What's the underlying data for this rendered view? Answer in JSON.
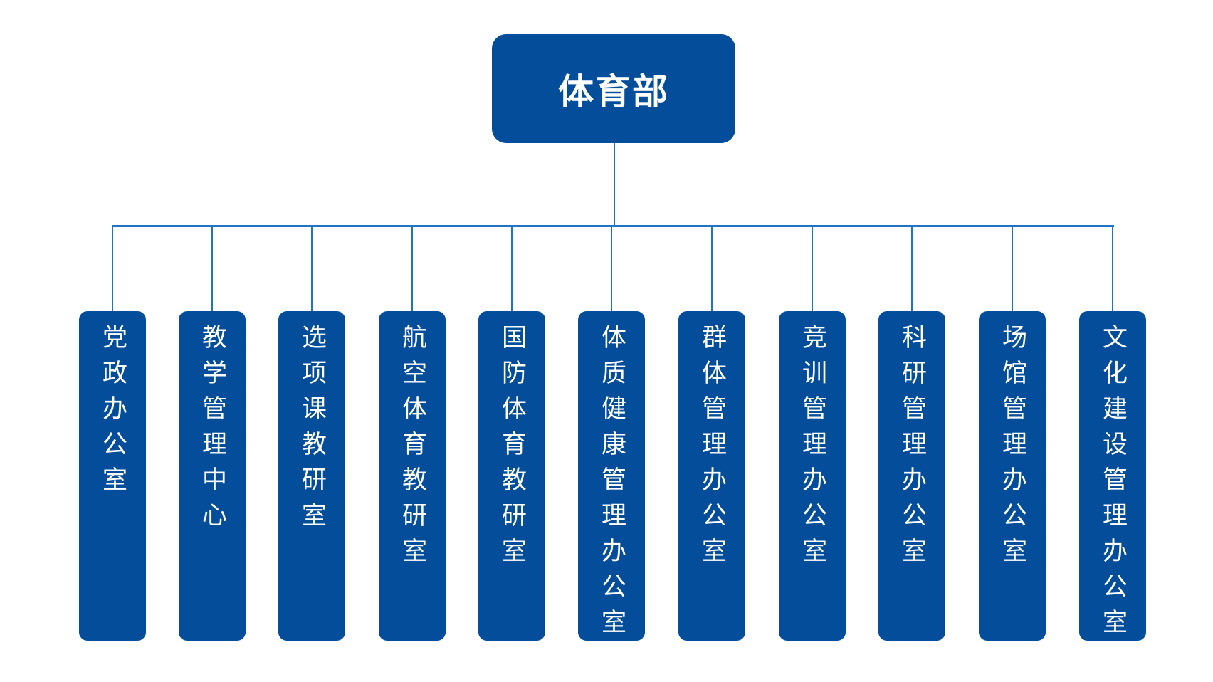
{
  "root": {
    "label": "体育部"
  },
  "children": [
    {
      "label": "党政办公室"
    },
    {
      "label": "教学管理中心"
    },
    {
      "label": "选项课教研室"
    },
    {
      "label": "航空体育教研室"
    },
    {
      "label": "国防体育教研室"
    },
    {
      "label": "体质健康管理办公室"
    },
    {
      "label": "群体管理办公室"
    },
    {
      "label": "竞训管理办公室"
    },
    {
      "label": "科研管理办公室"
    },
    {
      "label": "场馆管理办公室"
    },
    {
      "label": "文化建设管理办公室"
    }
  ],
  "colors": {
    "box": "#034d9a",
    "connector": "#1f74c6",
    "text": "#ffffff"
  }
}
